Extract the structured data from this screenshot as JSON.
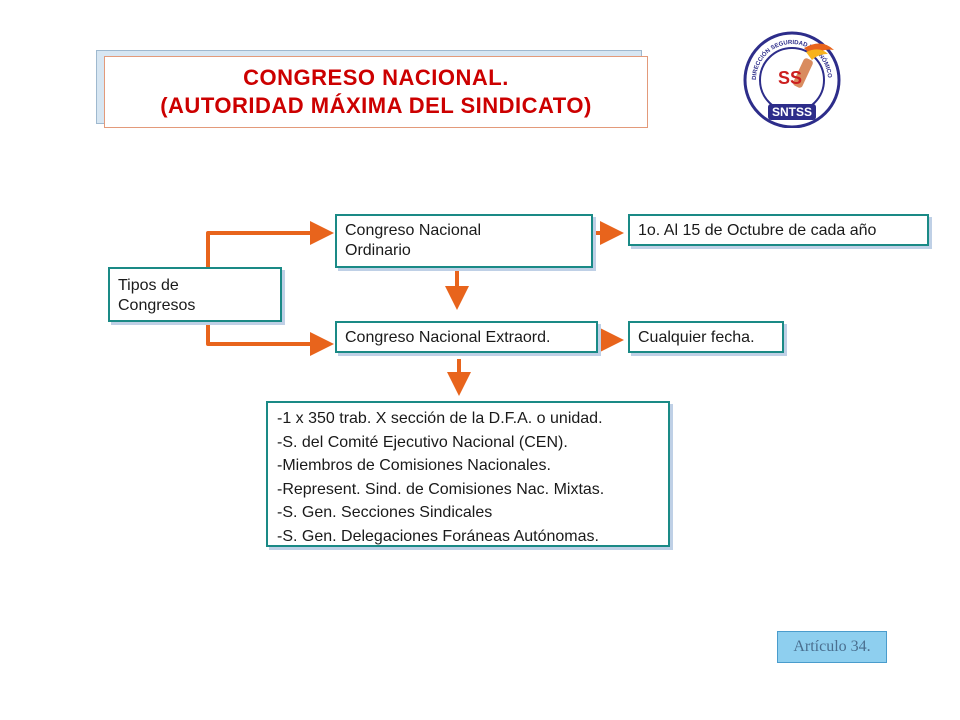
{
  "title": {
    "line1": "CONGRESO NACIONAL.",
    "line2": "(AUTORIDAD MÁXIMA DEL SINDICATO)"
  },
  "logo": {
    "arc_text": "DIRECCIÓN SEGURIDAD ECONÓMICO DE LOS TRABAJADORES",
    "monogram": "SS",
    "acronym": "SNTSS",
    "icon": "union-logo-icon"
  },
  "diagram": {
    "root": "Tipos de Congresos",
    "ordinario": {
      "label_line1": "Congreso Nacional",
      "label_line2": "Ordinario",
      "when": "1o. Al 15 de Octubre de cada año"
    },
    "extraordinario": {
      "label": "Congreso Nacional Extraord.",
      "when": "Cualquier fecha."
    },
    "members": [
      "-1 x 350 trab. X sección de la D.F.A. o unidad.",
      "-S. del Comité Ejecutivo Nacional (CEN).",
      "-Miembros de Comisiones Nacionales.",
      "-Represent. Sind. de Comisiones Nac. Mixtas.",
      "-S. Gen. Secciones Sindicales",
      "-S. Gen. Delegaciones Foráneas Autónomas."
    ]
  },
  "footer": {
    "article": "Artículo 34."
  },
  "colors": {
    "title_text": "#cc0000",
    "node_border": "#1a8a86",
    "arrow": "#e8641c",
    "article_bg": "#8ecfef"
  }
}
